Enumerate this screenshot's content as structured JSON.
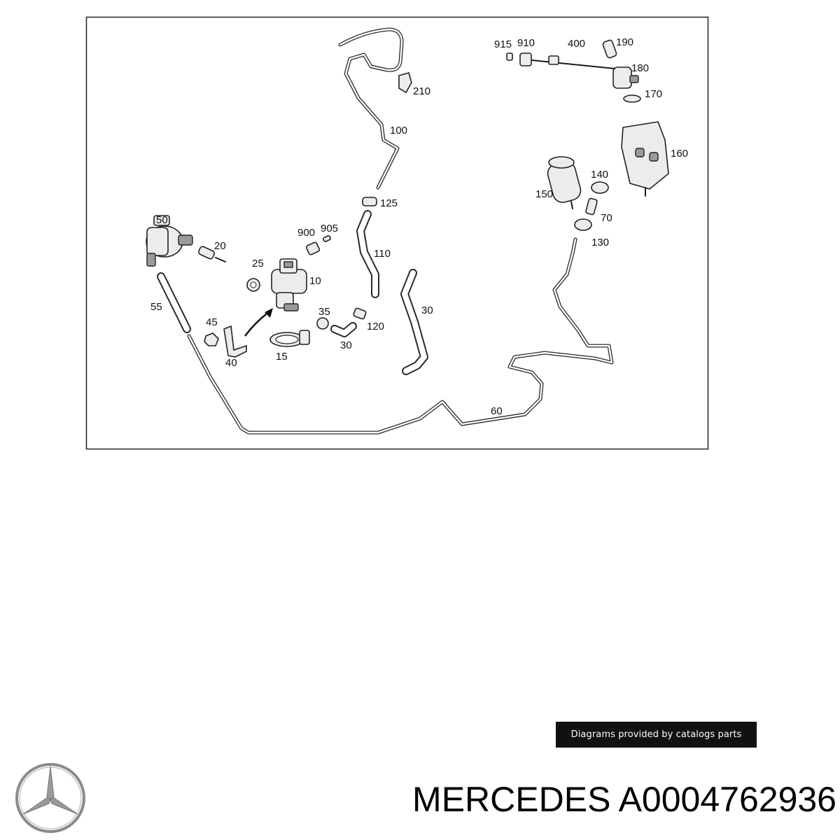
{
  "callouts": [
    {
      "id": "c915",
      "text": "915"
    },
    {
      "id": "c910",
      "text": "910"
    },
    {
      "id": "c400",
      "text": "400"
    },
    {
      "id": "c190",
      "text": "190"
    },
    {
      "id": "c180",
      "text": "180"
    },
    {
      "id": "c170",
      "text": "170"
    },
    {
      "id": "c160",
      "text": "160"
    },
    {
      "id": "c210",
      "text": "210"
    },
    {
      "id": "c100",
      "text": "100"
    },
    {
      "id": "c125",
      "text": "125"
    },
    {
      "id": "c150",
      "text": "150"
    },
    {
      "id": "c140",
      "text": "140"
    },
    {
      "id": "c70",
      "text": "70"
    },
    {
      "id": "c130",
      "text": "130"
    },
    {
      "id": "c50",
      "text": "50"
    },
    {
      "id": "c20",
      "text": "20"
    },
    {
      "id": "c900",
      "text": "900"
    },
    {
      "id": "c905",
      "text": "905"
    },
    {
      "id": "c110",
      "text": "110"
    },
    {
      "id": "c25",
      "text": "25"
    },
    {
      "id": "c10",
      "text": "10"
    },
    {
      "id": "c55",
      "text": "55"
    },
    {
      "id": "c35",
      "text": "35"
    },
    {
      "id": "c30a",
      "text": "30"
    },
    {
      "id": "c120",
      "text": "120"
    },
    {
      "id": "c45",
      "text": "45"
    },
    {
      "id": "c30b",
      "text": "30"
    },
    {
      "id": "c40",
      "text": "40"
    },
    {
      "id": "c15",
      "text": "15"
    },
    {
      "id": "c60",
      "text": "60"
    }
  ],
  "credit": "Diagrams provided by catalogs parts",
  "footer": {
    "brand": "MERCEDES",
    "part_number": "A0004762936"
  },
  "colors": {
    "line": "#1a1a1a",
    "credit_bg": "#111111",
    "logo": "#8a8a8a"
  },
  "icons": {
    "logo": "mercedes-star-logo-icon",
    "arrow": "assembly-arrow-icon"
  }
}
